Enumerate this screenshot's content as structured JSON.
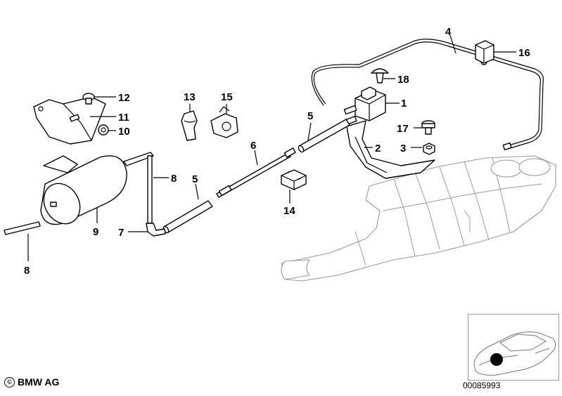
{
  "callouts": {
    "c1": "1",
    "c2": "2",
    "c3": "3",
    "c4": "4",
    "c5a": "5",
    "c5b": "5",
    "c6": "6",
    "c7": "7",
    "c8a": "8",
    "c8b": "8",
    "c9": "9",
    "c10": "10",
    "c11": "11",
    "c12": "12",
    "c13": "13",
    "c14": "14",
    "c15": "15",
    "c16": "16",
    "c17": "17",
    "c18": "18"
  },
  "footer": {
    "copyright": "BMW AG",
    "copyright_symbol": "©",
    "diagram_id": "00085993"
  },
  "colors": {
    "line": "#000000",
    "ghost": "#9a9a9a",
    "background": "#ffffff"
  }
}
